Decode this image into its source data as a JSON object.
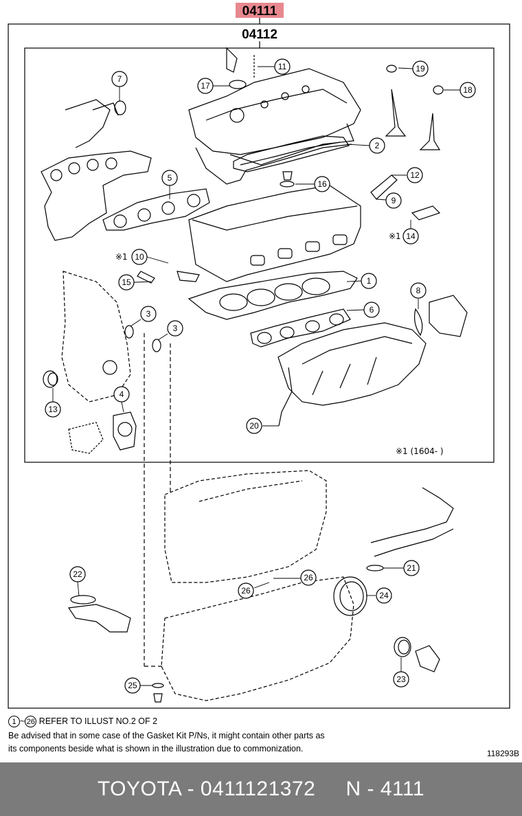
{
  "header": {
    "kit_number": "04111",
    "subkit_number": "04112"
  },
  "callouts": [
    "1",
    "2",
    "3",
    "3",
    "4",
    "5",
    "6",
    "7",
    "8",
    "9",
    "10",
    "11",
    "12",
    "13",
    "14",
    "15",
    "16",
    "17",
    "18",
    "19",
    "20",
    "21",
    "22",
    "23",
    "24",
    "25",
    "26",
    "26"
  ],
  "marks": {
    "mark10": "※1",
    "mark14": "※1",
    "note": "※1 (1604-      )"
  },
  "footer": {
    "refer_from": "1",
    "refer_tilde": "~",
    "refer_to": "26",
    "refer_text": "REFER TO ILLUST NO.2 OF 2",
    "advice_line1": "Be advised that in some case of the Gasket Kit P/Ns,  it might contain other parts as",
    "advice_line2": "its components beside what is shown in the illustration due to commonization.",
    "illustration_code": "118293B"
  },
  "banner": {
    "text": "TOYOTA - 0411121372     N - 4111"
  },
  "colors": {
    "kit_highlight": "#e8888f",
    "banner_bg": "#7b7b7b"
  }
}
